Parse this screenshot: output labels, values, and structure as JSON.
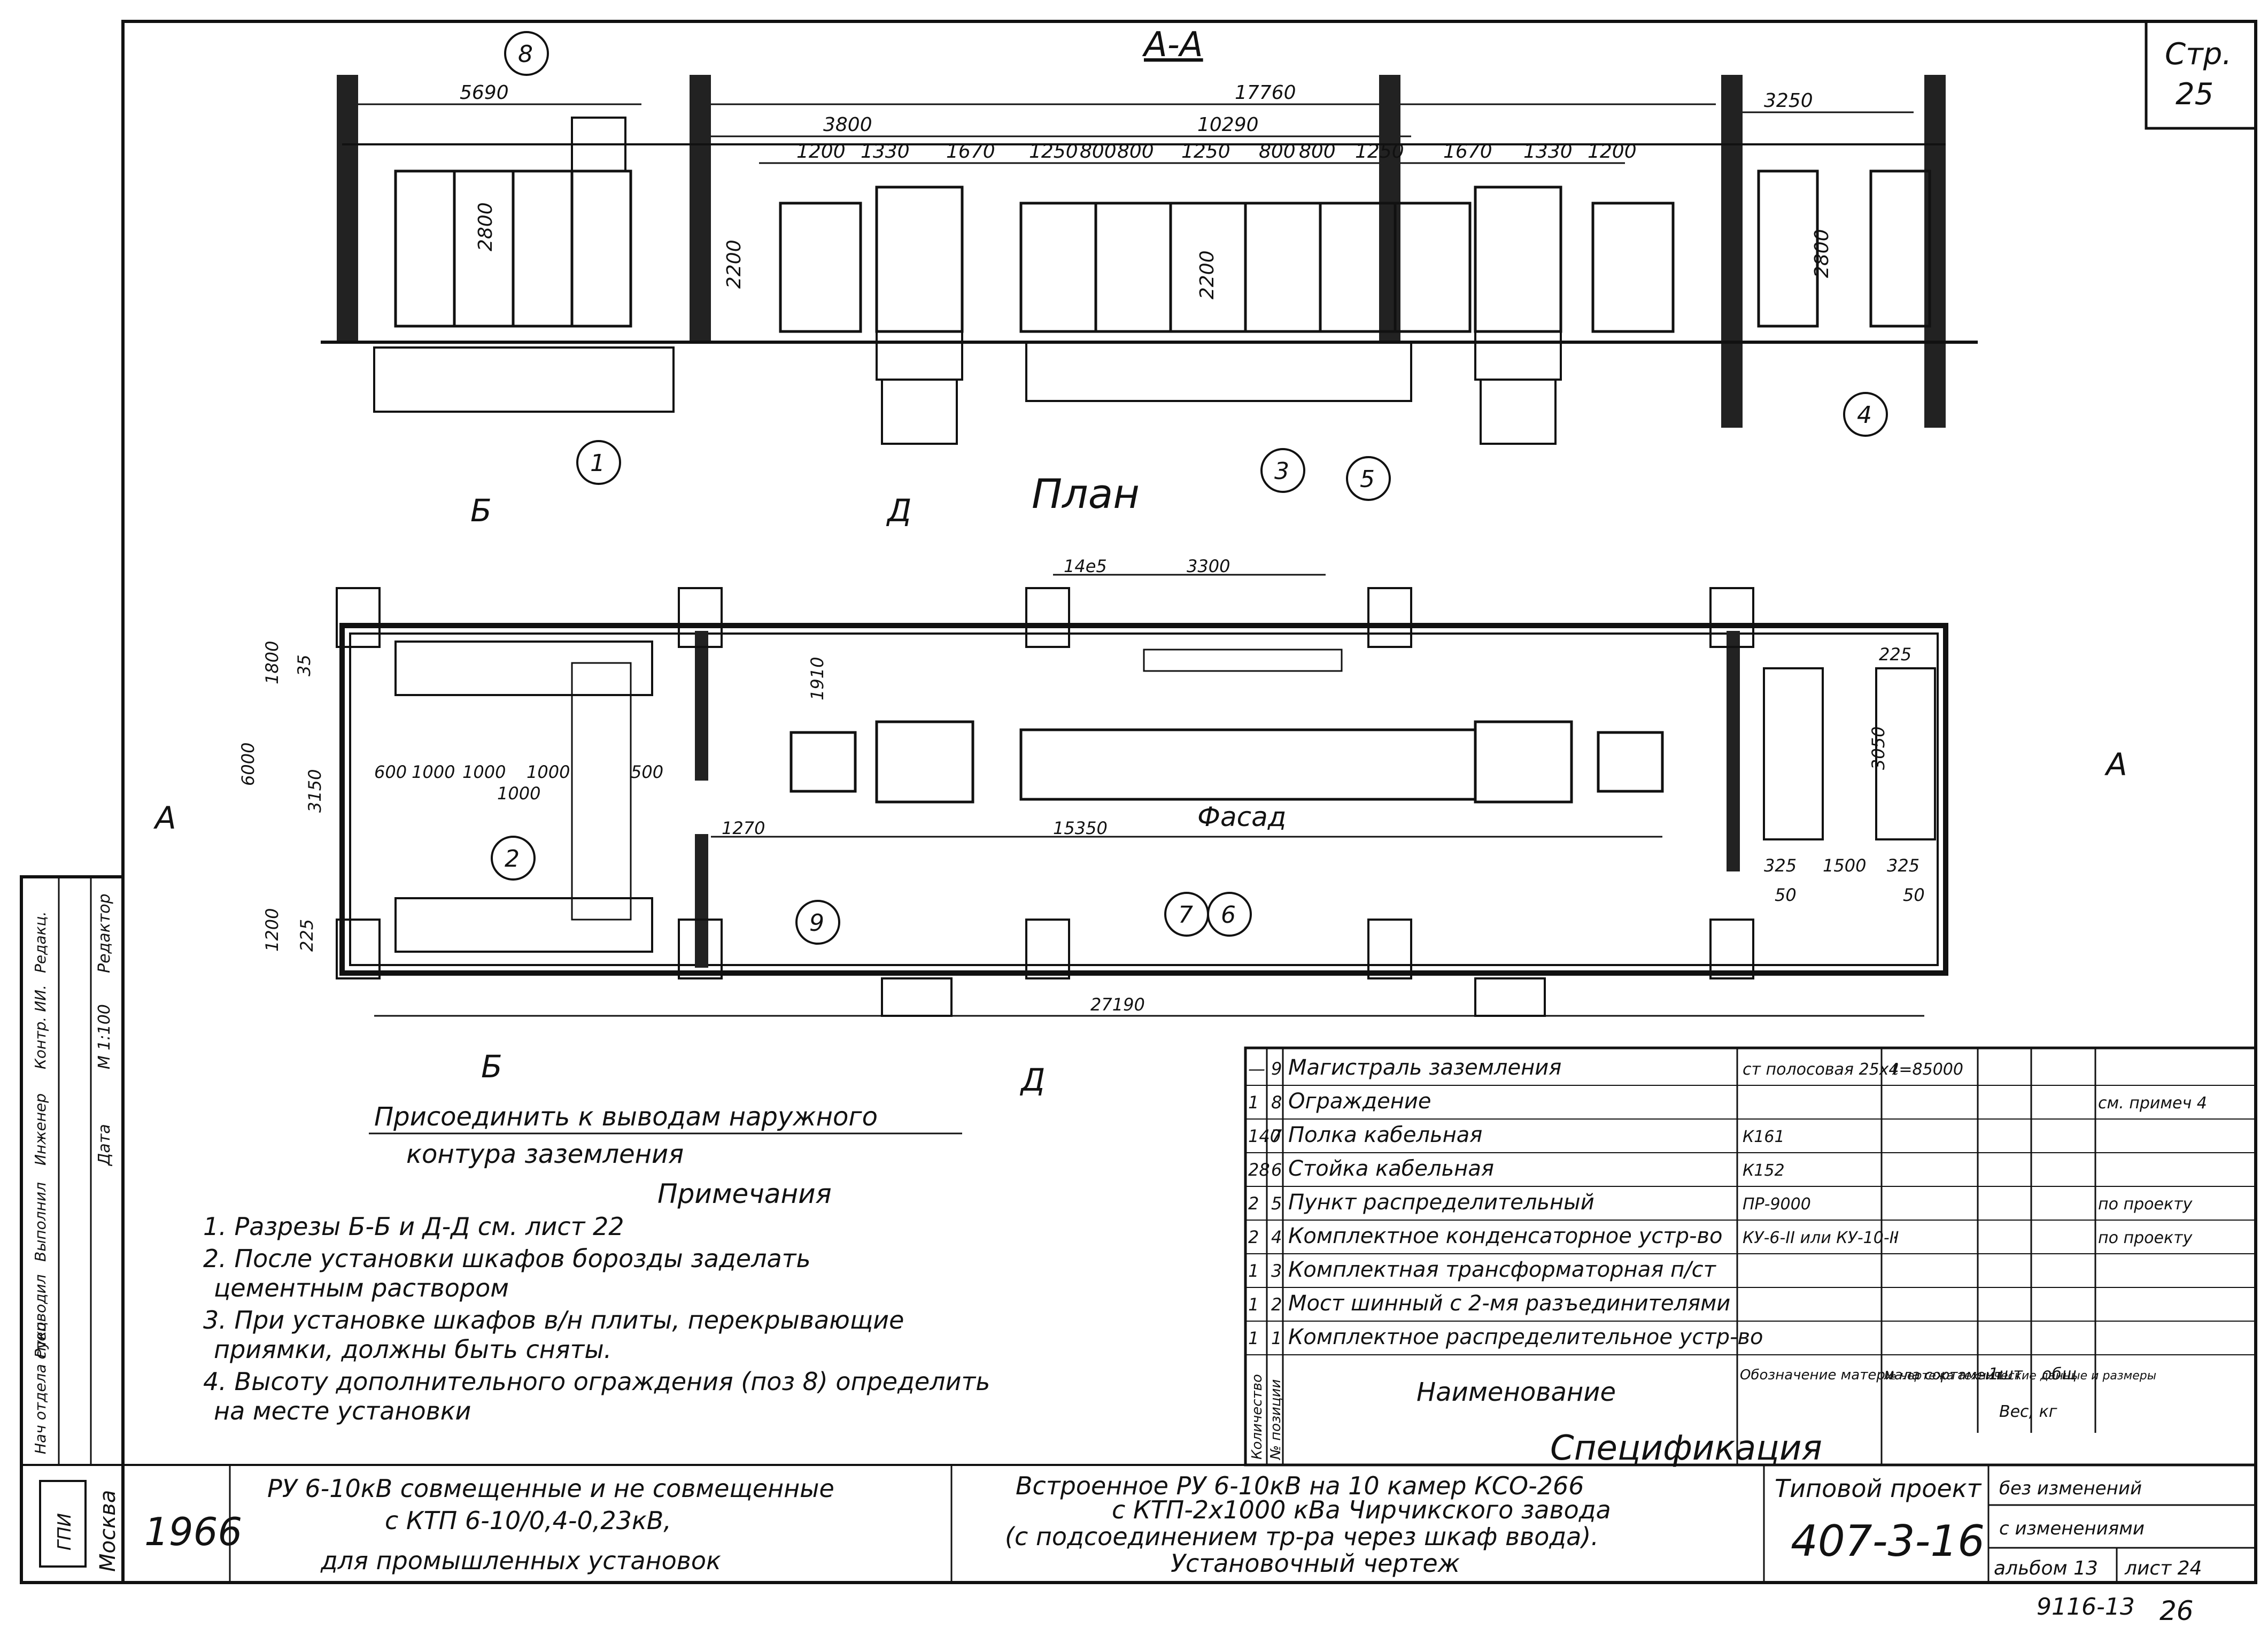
{
  "page": {
    "stamp_label": "Стр.",
    "stamp_value": "25",
    "section_title": "А-А",
    "plan_title": "План",
    "facade_label": "Фасад"
  },
  "section": {
    "dims": [
      "5690",
      "17760",
      "3800",
      "10290",
      "3250",
      "1200",
      "1330",
      "1670",
      "1250",
      "800",
      "800",
      "1250",
      "800",
      "800",
      "1250",
      "1670",
      "1330",
      "1200",
      "2800",
      "2200",
      "2200",
      "2800"
    ],
    "callouts": [
      "8",
      "1",
      "3",
      "5",
      "4"
    ]
  },
  "plan": {
    "dims": [
      "14e5",
      "3300",
      "1910",
      "1800",
      "35",
      "3150",
      "1200",
      "225",
      "6000",
      "600",
      "1000",
      "1000",
      "1000",
      "500",
      "1000",
      "1270",
      "15350",
      "225",
      "3050",
      "325",
      "1500",
      "325",
      "50",
      "50",
      "27190"
    ],
    "callouts": [
      "2",
      "9",
      "7",
      "6"
    ],
    "section_marks": [
      "Б",
      "Д",
      "А",
      "А",
      "Б",
      "Д"
    ],
    "note_ground": [
      "Присоединить к выводам наружного",
      "контура заземления"
    ]
  },
  "notes": {
    "title": "Примечания",
    "items": [
      "1. Разрезы Б-Б и Д-Д см. лист 22",
      "2. После установки шкафов борозды заделать",
      "цементным раствором",
      "3. При установке шкафов в/н плиты, перекрывающие",
      "приямки, должны быть сняты.",
      "4. Высоту дополнительного ограждения (поз 8) определить",
      "на месте установки"
    ]
  },
  "spec": {
    "title": "Спецификация",
    "rows": [
      {
        "qty": "—",
        "pos": "9",
        "name": "Магистраль заземления",
        "mark": "ст полосовая 25х4",
        "doc": "ℓ=85000",
        "note": ""
      },
      {
        "qty": "1",
        "pos": "8",
        "name": "Ограждение",
        "mark": "",
        "doc": "",
        "note": "см. примеч 4"
      },
      {
        "qty": "140",
        "pos": "7",
        "name": "Полка кабельная",
        "mark": "К161",
        "doc": "",
        "note": ""
      },
      {
        "qty": "28",
        "pos": "6",
        "name": "Стойка кабельная",
        "mark": "К152",
        "doc": "",
        "note": ""
      },
      {
        "qty": "2",
        "pos": "5",
        "name": "Пункт распределительный",
        "mark": "ПР-9000",
        "doc": "",
        "note": "по проекту"
      },
      {
        "qty": "2",
        "pos": "4",
        "name": "Комплектное конденсаторное устр-во",
        "mark": "КУ-6-II или КУ-10-II",
        "doc": "·",
        "note": "по проекту"
      },
      {
        "qty": "1",
        "pos": "3",
        "name": "Комплектная трансформаторная п/ст",
        "mark": "",
        "doc": "",
        "note": ""
      },
      {
        "qty": "1",
        "pos": "2",
        "name": "Мост шинный с 2-мя разъединителями",
        "mark": "",
        "doc": "",
        "note": ""
      },
      {
        "qty": "1",
        "pos": "1",
        "name": "Комплектное распределительное устр-во",
        "mark": "",
        "doc": "",
        "note": ""
      }
    ],
    "header": {
      "qty": "Количество",
      "pos": "№ позиции",
      "name": "Наименование",
      "mark": "Обозначение материала сортамент",
      "doc": "№ чертежа технические данные и размеры",
      "w1": "1шт",
      "w2": "общ",
      "weight": "Вес, кг"
    }
  },
  "titleblock": {
    "side_rows": [
      {
        "role": "Нач отдела спец",
        "extra": ""
      },
      {
        "role": "Руководил",
        "extra": ""
      },
      {
        "role": "Выполнил",
        "extra": ""
      },
      {
        "role": "Инженер",
        "extra": "Дата"
      },
      {
        "role": "Контр. ИИ.",
        "extra": "М 1:100"
      },
      {
        "role": "Редакц.",
        "extra": "Редактор"
      }
    ],
    "city": "Москва",
    "logo": "ГПИ",
    "year": "1966",
    "title1": [
      "РУ 6-10кВ совмещенные и не совмещенные",
      "с КТП 6-10/0,4-0,23кВ,",
      "для промышленных установок"
    ],
    "title2": [
      "Встроенное РУ 6-10кВ на 10 камер КСО-266",
      "с КТП-2х1000 кВа Чирчикского завода",
      "(с подсоединением тр-ра через шкаф ввода).",
      "Установочный чертеж"
    ],
    "project_label": "Типовой проект",
    "project_no": "407-3-16",
    "changes1": "без изменений",
    "changes2": "с изменениями",
    "album": "альбом 13",
    "sheet": "лист 24",
    "bottom1": "9116-13",
    "bottom2": "26"
  }
}
